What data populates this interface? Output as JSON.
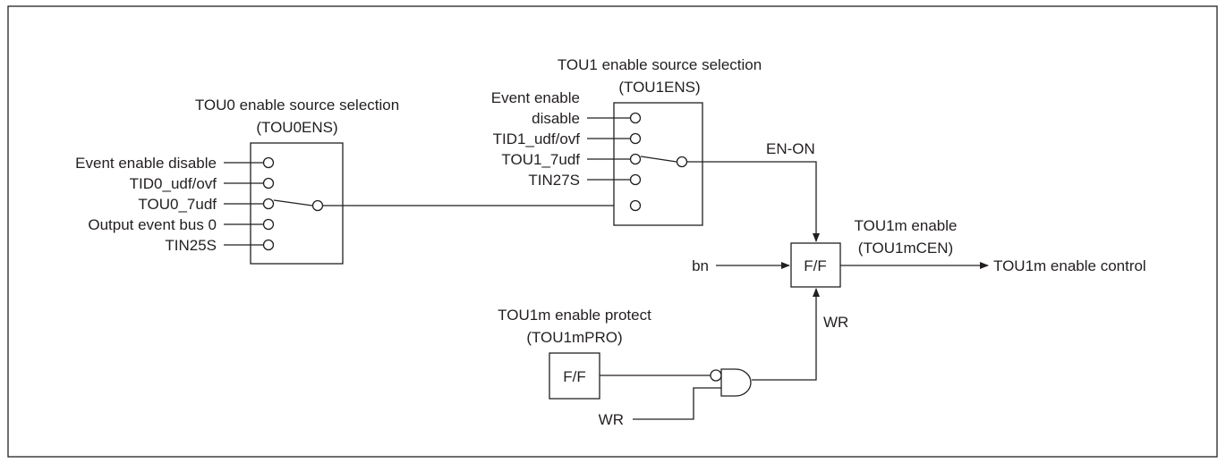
{
  "tou0ens": {
    "title": "TOU0 enable source selection",
    "reg": "(TOU0ENS)",
    "inputs": [
      "Event enable disable",
      "TID0_udf/ovf",
      "TOU0_7udf",
      "Output event bus 0",
      "TIN25S"
    ]
  },
  "tou1ens": {
    "title": "TOU1 enable source selection",
    "reg": "(TOU1ENS)",
    "input0_line1": "Event enable",
    "input0_line2": "disable",
    "inputs": [
      "TID1_udf/ovf",
      "TOU1_7udf",
      "TIN27S"
    ]
  },
  "en_on": "EN-ON",
  "cen": {
    "title": "TOU1m enable",
    "reg": "(TOU1mCEN)",
    "box": "F/F",
    "input": "bn",
    "output": "TOU1m enable control"
  },
  "pro": {
    "title": "TOU1m enable protect",
    "reg": "(TOU1mPRO)",
    "box": "F/F"
  },
  "wr_gate": "WR",
  "wr_in": "WR"
}
